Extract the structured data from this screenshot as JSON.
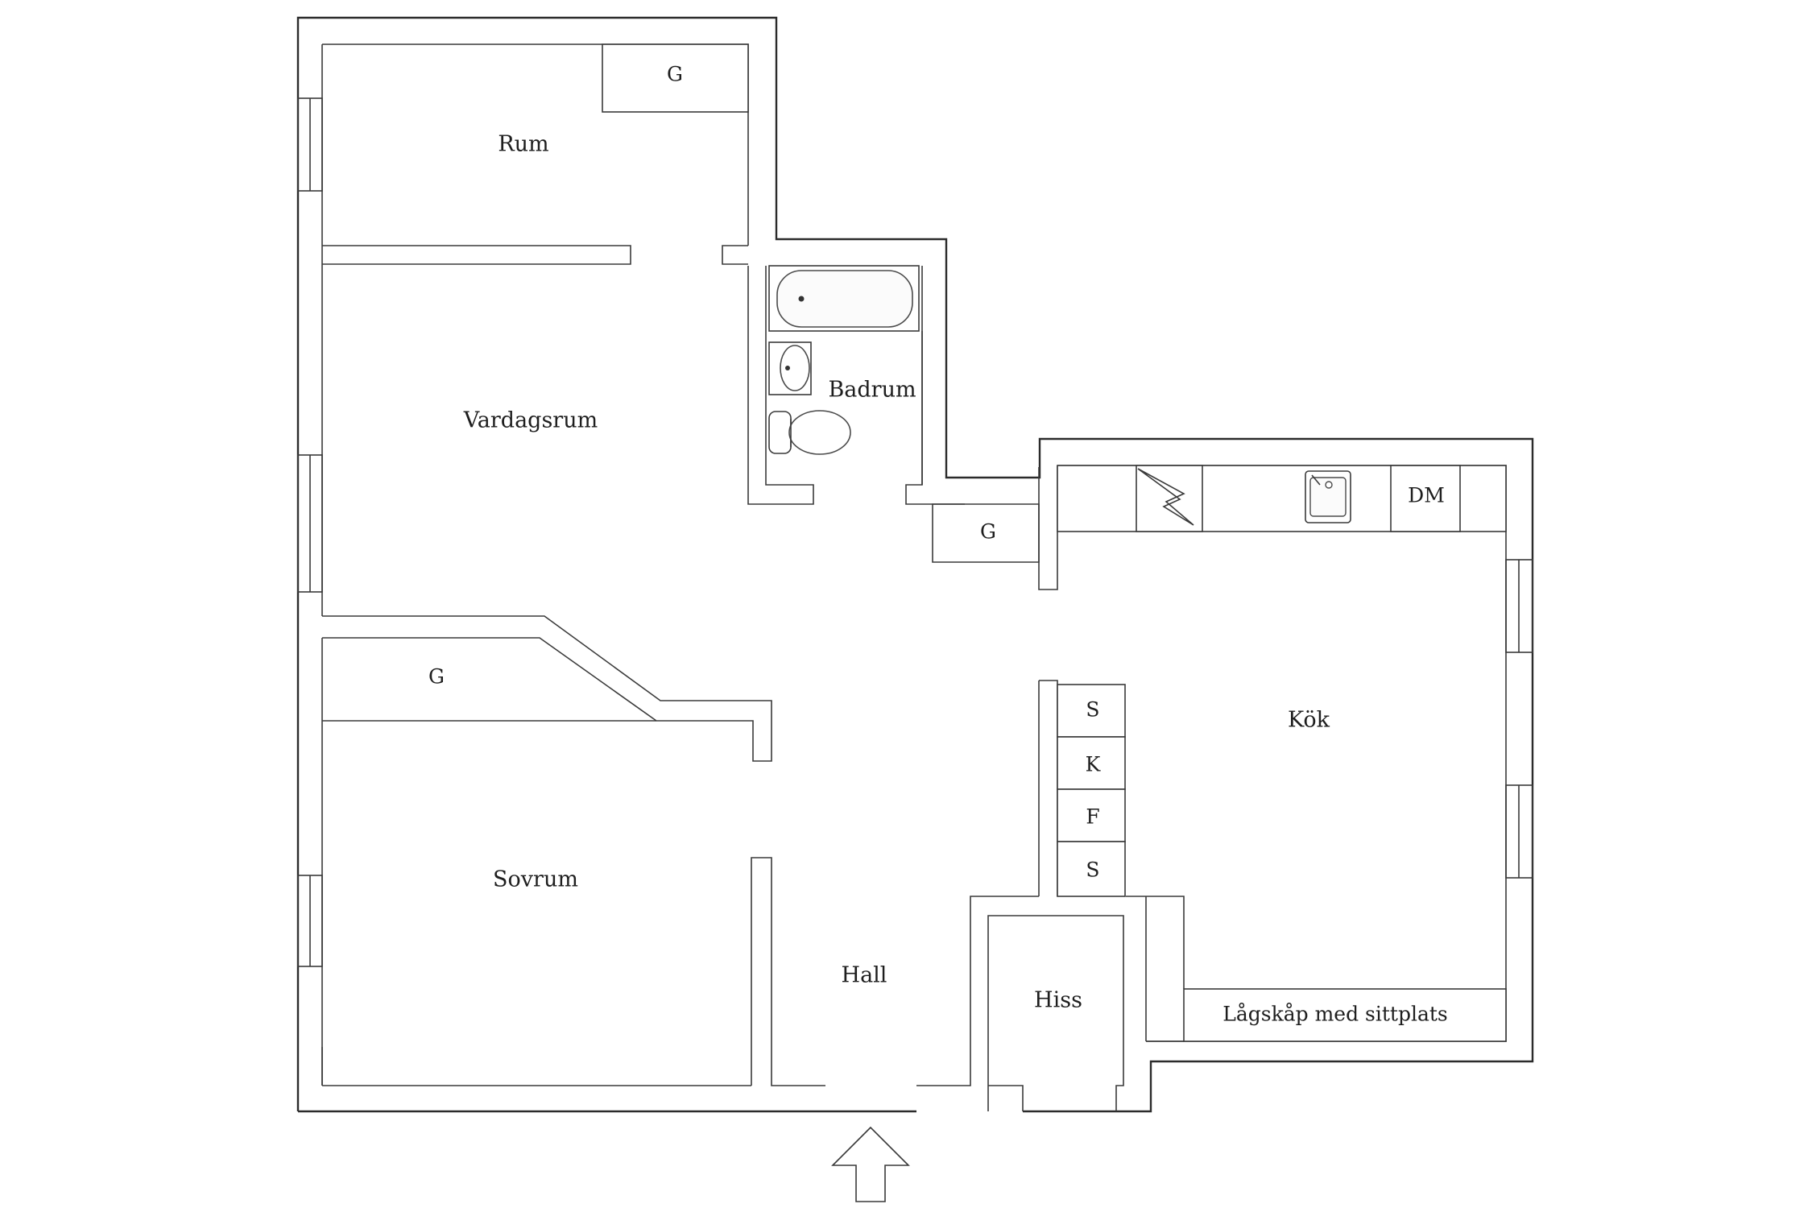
{
  "rooms": {
    "rum": "Rum",
    "vardagsrum": "Vardagsrum",
    "sovrum": "Sovrum",
    "hall": "Hall",
    "badrum": "Badrum",
    "kok": "Kök",
    "hiss": "Hiss"
  },
  "storage": {
    "garderob_rum": "G",
    "garderob_sovrum": "G",
    "garderob_hall": "G"
  },
  "kitchen": {
    "dishwasher": "DM",
    "low_cabinet": "Lågskåp med sittplats",
    "tall_units": [
      "S",
      "K",
      "F",
      "S"
    ]
  },
  "entrance": {
    "icon": "entrance-arrow-icon"
  }
}
